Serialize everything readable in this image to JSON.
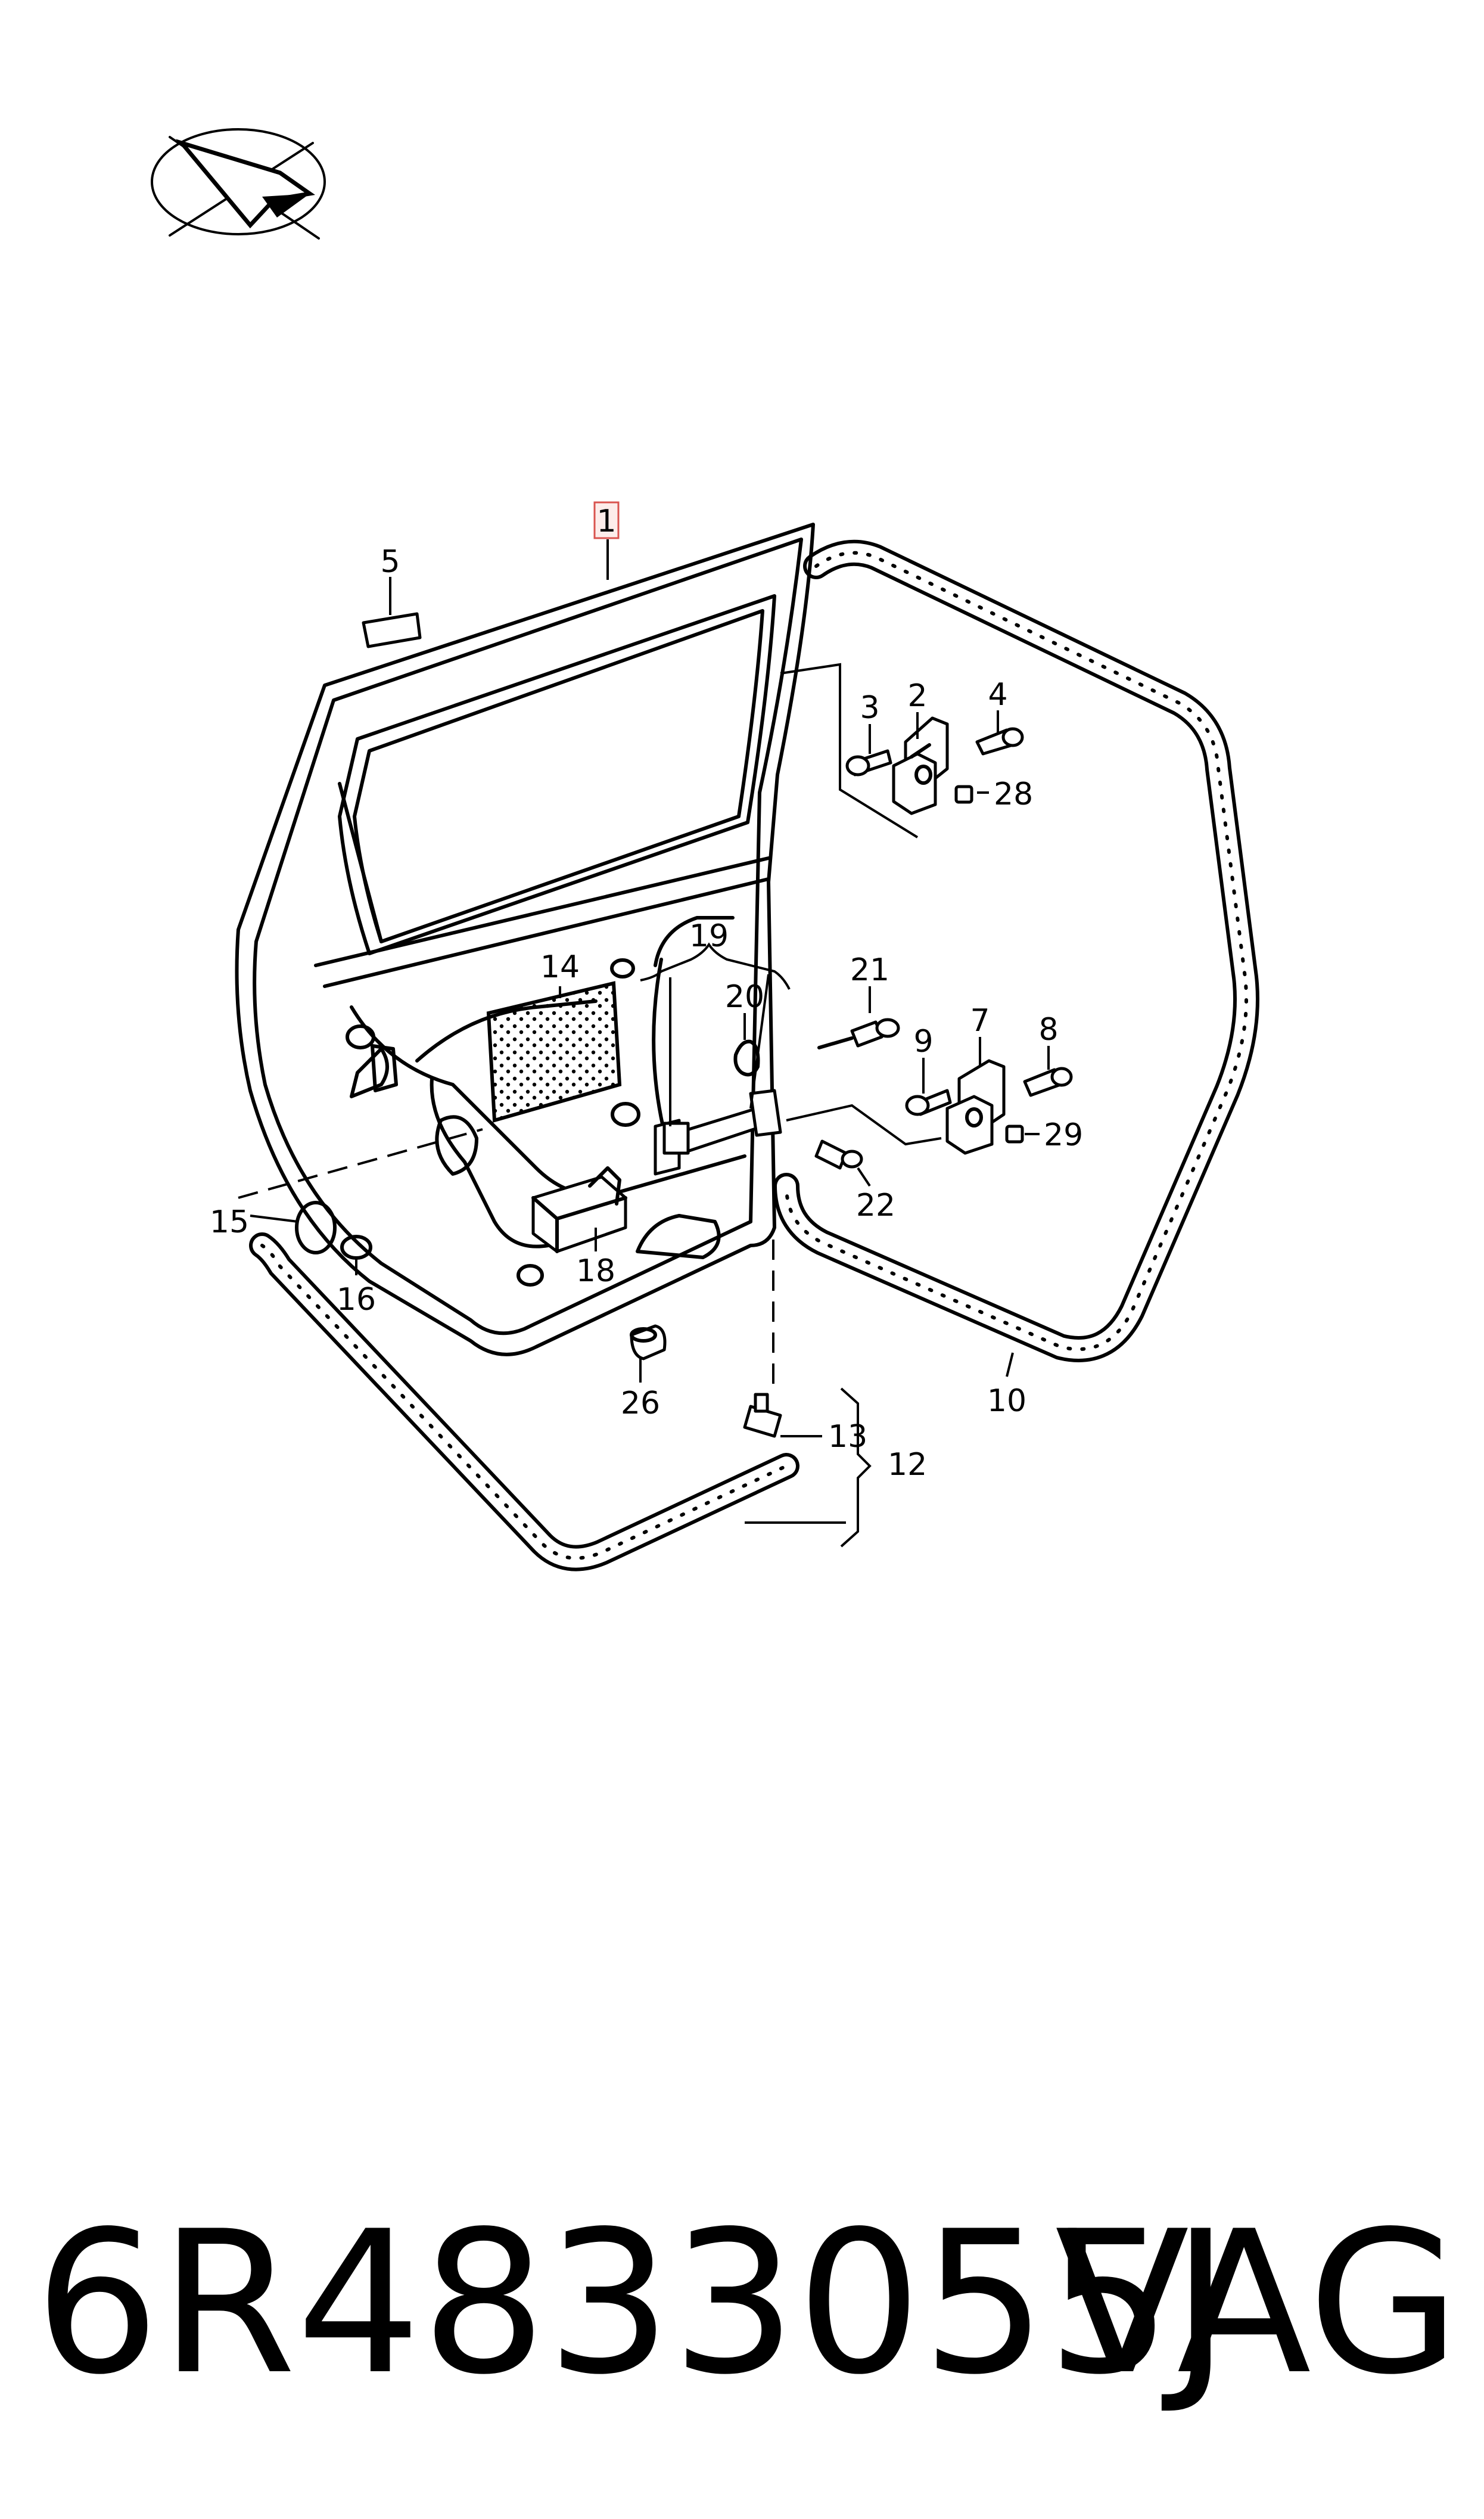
{
  "diagram": {
    "callouts": {
      "c1": "1",
      "c2": "2",
      "c3": "3",
      "c4": "4",
      "c5": "5",
      "c7": "7",
      "c8": "8",
      "c9": "9",
      "c10": "10",
      "c12": "12",
      "c13": "13",
      "c14": "14",
      "c15": "15",
      "c16": "16",
      "c18": "18",
      "c19": "19",
      "c20": "20",
      "c21": "21",
      "c22": "22",
      "c26": "26",
      "c28": "28",
      "c29": "29"
    },
    "highlighted_callout": "1",
    "icons": [
      "orientation-arrow-icon"
    ],
    "colors": {
      "line": "#000000",
      "highlight_border": "#d9534f",
      "highlight_fill": "#fdecea"
    }
  },
  "footer": {
    "part_number": "6R4833055J",
    "brand": "VAG"
  }
}
